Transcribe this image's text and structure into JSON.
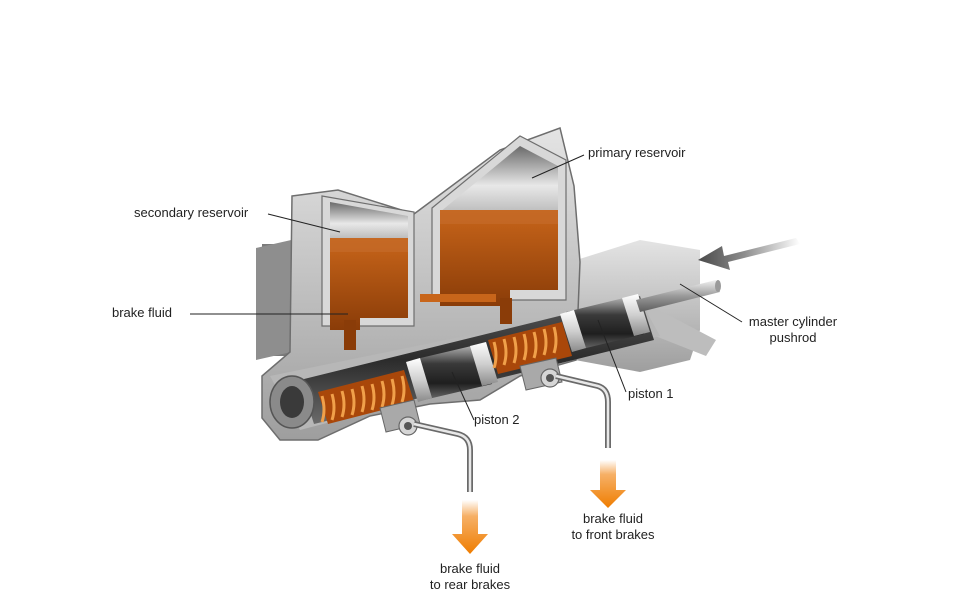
{
  "labels": {
    "primary_reservoir": "primary reservoir",
    "secondary_reservoir": "secondary reservoir",
    "brake_fluid": "brake fluid",
    "pushrod_line1": "master cylinder",
    "pushrod_line2": "pushrod",
    "piston_1": "piston 1",
    "piston_2": "piston 2",
    "front_line1": "brake fluid",
    "front_line2": "to front brakes",
    "rear_line1": "brake fluid",
    "rear_line2": "to rear brakes"
  },
  "colors": {
    "fluid": "#b8520c",
    "fluid_light": "#d9772a",
    "arrow_orange": "#ef7d00",
    "housing": "#cfcfcf",
    "housing_dark": "#8f8f8f",
    "spring": "#d4761c"
  }
}
